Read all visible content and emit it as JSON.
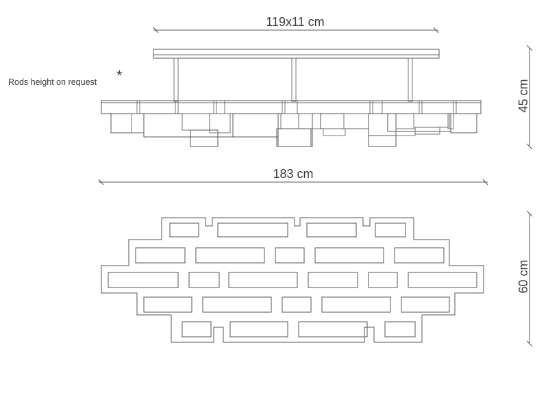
{
  "dimensions": {
    "canopy": "119x11 cm",
    "width": "183 cm",
    "height": "45 cm",
    "depth": "60 cm"
  },
  "note": {
    "text": "Rods height on request",
    "marker": "*"
  },
  "colors": {
    "line": "#555555",
    "text": "#3a3a3a",
    "background": "#ffffff"
  }
}
